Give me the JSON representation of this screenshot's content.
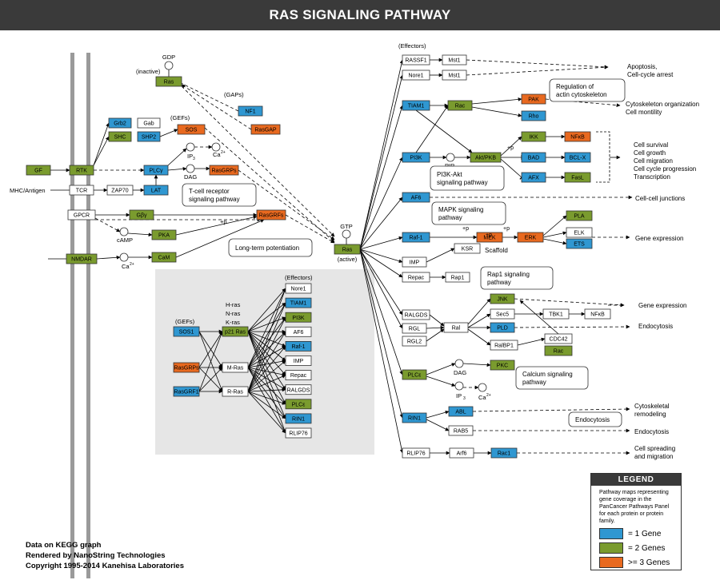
{
  "title": "RAS SIGNALING PATHWAY",
  "colors": {
    "one_gene": "#2f97d1",
    "two_genes": "#7a9b2e",
    "three_genes": "#e8691f",
    "header": "#3a3a3a"
  },
  "legend": {
    "title": "LEGEND",
    "description": "Pathway maps representing gene coverage in the PanCancer Pathways Panel for each protein or protein family.",
    "items": [
      {
        "label": "= 1 Gene",
        "color": "#2f97d1"
      },
      {
        "label": "= 2 Genes",
        "color": "#7a9b2e"
      },
      {
        "label": ">= 3 Genes",
        "color": "#e8691f"
      }
    ]
  },
  "credits": [
    "Data on KEGG graph",
    "Rendered by NanoString Technologies",
    "Copyright 1995-2014 Kanehisa Laboratories"
  ],
  "nodes": {
    "ras_inactive": "Ras",
    "ras_active": "Ras",
    "gf": "GF",
    "rtk": "RTK",
    "tcr": "TCR",
    "gpcr": "GPCR",
    "nmdar": "NMDAR",
    "grb2": "Grb2",
    "gab": "Gab",
    "shc": "SHC",
    "shp2": "SHP2",
    "sos": "SOS",
    "plcg": "PLCγ",
    "rasgrps": "RasGRPs",
    "zap70": "ZAP70",
    "lat": "LAT",
    "gbg": "Gβγ",
    "rasgrfs": "RasGRFs",
    "pka": "PKA",
    "cam": "CaM",
    "nf1": "NF1",
    "rasgap": "RasGAP",
    "rassf1": "RASSF1",
    "mst1a": "Mst1",
    "nore1": "Nore1",
    "mst1b": "Mst1",
    "tiam1": "TIAM1",
    "rac": "Rac",
    "pak": "PAK",
    "rho": "Rho",
    "pi3k": "PI3K",
    "aktpkb": "Akt/PKB",
    "ikk": "IKK",
    "nfkb": "NFκB",
    "bad": "BAD",
    "bclx": "BCL-X",
    "afx": "AFX",
    "fasl": "FasL",
    "af6": "AF6",
    "raf1": "Raf-1",
    "mek": "MEK",
    "erk": "ERK",
    "pla": "PLA",
    "elk": "ELK",
    "ets": "ETS",
    "ksr": "KSR",
    "imp": "IMP",
    "repac": "Repac",
    "rap1": "Rap1",
    "ralgds": "RALGDS",
    "rgl": "RGL",
    "rgl2": "RGL2",
    "ral": "Ral",
    "jnk": "JNK",
    "sec5": "Sec5",
    "tbk1": "TBK1",
    "nfkb2": "NFκB",
    "pld": "PLD",
    "ralbp1": "RalBP1",
    "cdc42": "CDC42",
    "rac2": "Rac",
    "plce": "PLCε",
    "pkc": "PKC",
    "rin1": "RIN1",
    "abl": "ABL",
    "rab5": "RAB5",
    "rlip76": "RLIP76",
    "arf6": "Arf6",
    "rac1": "Rac1"
  },
  "labels": {
    "gdp": "GDP",
    "inactive": "(inactive)",
    "gaps": "(GAPs)",
    "gefs": "(GEFs)",
    "mhc": "MHC/Antigen",
    "ip3": "IP",
    "ip3_sub": "3",
    "ca": "Ca",
    "ca_sup": "2+",
    "dag": "DAG",
    "camp": "cAMP",
    "plus_p": "+p",
    "gtp": "GTP",
    "active": "(active)",
    "effectors": "(Effectors)",
    "pip3": "PIP",
    "pip3_sub": "3",
    "scaffold": "Scaffold",
    "dag2": "DAG",
    "ip3b": "IP",
    "ca2": "Ca"
  },
  "phenotypes": {
    "apoptosis": [
      "Apoptosis,",
      "Cell-cycle arrest"
    ],
    "cytoskeleton": [
      "Cytoskeleton organization",
      "Cell montility"
    ],
    "survival": [
      "Cell survival",
      "Cell growth",
      "Cell migration",
      "Cell cycle progression",
      "Transcription"
    ],
    "junctions": [
      "Cell-cell junctions"
    ],
    "gene_expr": [
      "Gene expression"
    ],
    "gene_expr2": [
      "Gene expression"
    ],
    "endocytosis": [
      "Endocytosis"
    ],
    "cyto_remodel": [
      "Cytoskeletal",
      "remodeling"
    ],
    "endocytosis2": [
      "Endocytosis"
    ],
    "spreading": [
      "Cell spreading",
      "and migration"
    ]
  },
  "maplinks": {
    "tcr_map": [
      "T-cell receptor",
      "signaling pathway"
    ],
    "ltp": [
      "Long-term potentiation"
    ],
    "actin": [
      "Regulation of",
      "actin cytoskeleton"
    ],
    "pi3k_akt": [
      "PI3K-Akt",
      "signaling pathway"
    ],
    "mapk": [
      "MAPK signaling",
      "pathway"
    ],
    "rap1_map": [
      "Rap1 signaling",
      "pathway"
    ],
    "calcium": [
      "Calcium signaling",
      "pathway"
    ],
    "endocytosis_map": [
      "Endocytosis"
    ]
  },
  "inset": {
    "effectors_title": "(Effectors)",
    "gefs_title": "(GEFs)",
    "hras": "H-ras",
    "nras": "N-ras",
    "kras": "K-ras",
    "p21ras": "p21 Ras",
    "mras": "M-Ras",
    "rras": "R-Ras",
    "sos1": "SOS1",
    "rasgrps": "RasGRPs",
    "rasgrf1": "RasGRF1",
    "effectors": [
      "Nore1",
      "TIAM1",
      "PI3K",
      "AF6",
      "Raf-1",
      "IMP",
      "Repac",
      "RALGDS",
      "PLCε",
      "RIN1",
      "RLIP76"
    ]
  }
}
